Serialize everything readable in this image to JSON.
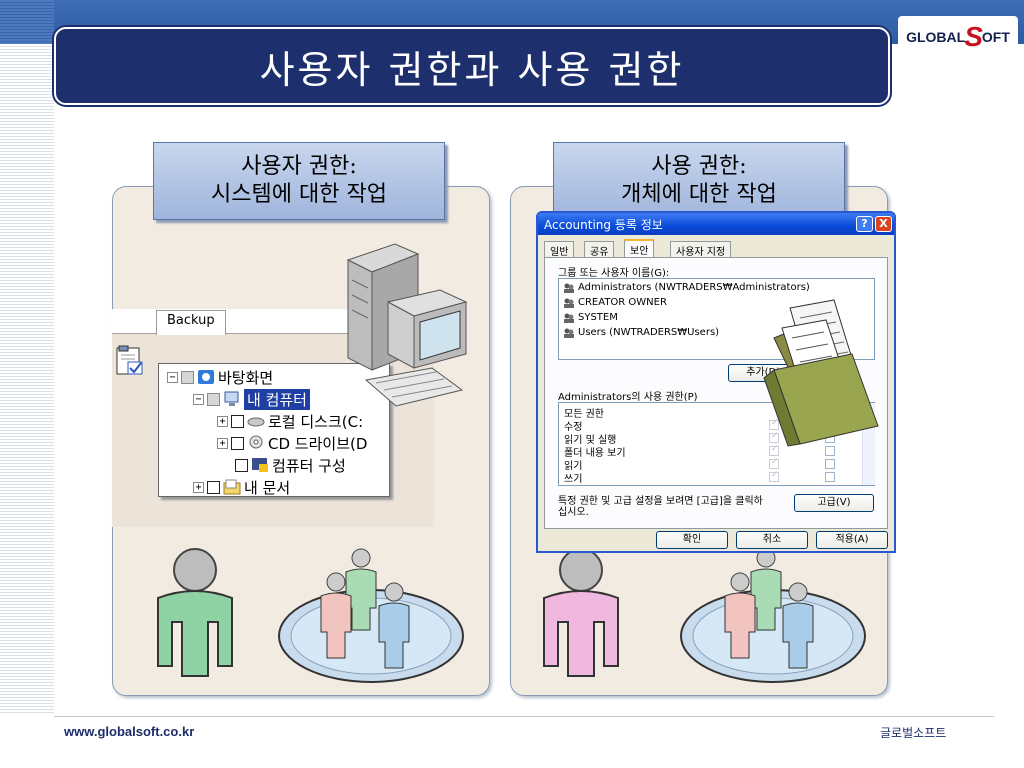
{
  "slide": {
    "title": "사용자 권한과 사용 권한",
    "logo_prefix": "GLOBAL",
    "logo_s": "S",
    "logo_suffix": "OFT"
  },
  "left_panel": {
    "label_line1": "사용자 권한:",
    "label_line2": "시스템에 대한 작업",
    "backup_tab": "Backup",
    "tree": [
      {
        "label": "바탕화면"
      },
      {
        "label": "내 컴퓨터"
      },
      {
        "label": "로컬 디스크(C:"
      },
      {
        "label": "CD 드라이브(D"
      },
      {
        "label": "컴퓨터 구성"
      },
      {
        "label": "내 문서"
      }
    ]
  },
  "right_panel": {
    "label_line1": "사용 권한:",
    "label_line2": "개체에 대한 작업"
  },
  "dialog": {
    "title": "Accounting 등록 정보",
    "help_btn": "?",
    "close_btn": "X",
    "tabs": [
      "일반",
      "공유",
      "보안",
      "사용자 지정"
    ],
    "group_label": "그룹 또는 사용자 이름(G):",
    "users": [
      "Administrators (NWTRADERS₩Administrators)",
      "CREATOR OWNER",
      "SYSTEM",
      "Users (NWTRADERS₩Users)"
    ],
    "add_button": "추가(D)...",
    "perm_label": "Administrators의 사용 권한(P)",
    "permissions": [
      "모든 권한",
      "수정",
      "읽기 및 실행",
      "폴더 내용 보기",
      "읽기",
      "쓰기"
    ],
    "advanced_text_1": "특정 권한 및 고급 설정을 보려면 [고급]을 클릭하",
    "advanced_text_2": "십시오.",
    "advanced_button": "고급(V)",
    "ok_button": "확인",
    "cancel_button": "취소",
    "apply_button": "적용(A)"
  },
  "footer": {
    "url": "www.globalsoft.co.kr",
    "brand": "글로벌소프트"
  },
  "colors": {
    "title_bg": "#1e2f6e",
    "header_band": "#2c5aa3",
    "label_box": "#b3c4e6",
    "panel_bg": "#f1ebe1",
    "xp_title": "#0a4bd9"
  }
}
